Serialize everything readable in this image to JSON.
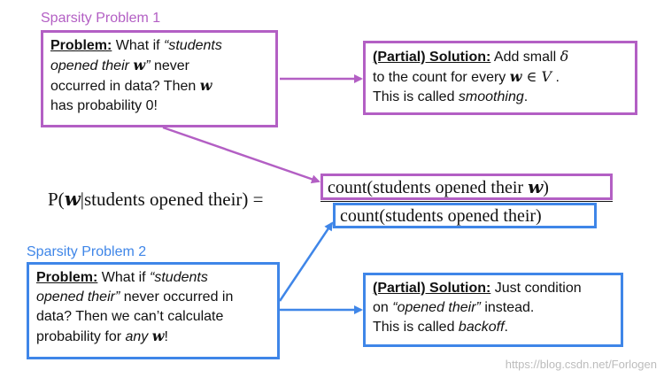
{
  "sp1": {
    "title": "Sparsity Problem 1",
    "problem_label": "Problem:",
    "problem_l1_rest": "What if ",
    "problem_l1_quote": "“students",
    "problem_l2_quote": "opened their",
    "problem_l2_w": "w",
    "problem_l2_close": "”",
    "problem_l2_rest": " never",
    "problem_l3": "occurred in data? Then",
    "problem_l3_w": "w",
    "problem_l4": "has probability 0!",
    "solution_label": "(Partial) Solution:",
    "solution_l1_rest": " Add small ",
    "solution_delta": "δ",
    "solution_l2a": "to the count for every ",
    "solution_l2_w": "w",
    "solution_l2_in": " ∈ V",
    "solution_l2_end": " .",
    "solution_l3a": "This is called ",
    "solution_l3_em": "smoothing",
    "solution_l3_end": "."
  },
  "equation": {
    "lhs": "P(",
    "lhs_w": "w",
    "lhs_rest": "|students opened their) =",
    "numerator": "count(students opened their ",
    "numerator_w": "w",
    "numerator_close": ")",
    "denominator": "count(students opened their)"
  },
  "sp2": {
    "title": "Sparsity Problem 2",
    "problem_label": "Problem:",
    "problem_l1_rest": "What if ",
    "problem_l1_quote": "“students",
    "problem_l2_quote": "opened their”",
    "problem_l2_rest": " never occurred in",
    "problem_l3": "data? Then we can’t calculate",
    "problem_l4a": "probability for ",
    "problem_l4_em": "any",
    "problem_l4_w": "w",
    "problem_l4_end": "!",
    "solution_label": "(Partial) Solution:",
    "solution_l1_rest": " Just condition",
    "solution_l2a": "on ",
    "solution_l2_em": "“opened their”",
    "solution_l2_end": " instead.",
    "solution_l3a": "This is called ",
    "solution_l3_em": "backoff",
    "solution_l3_end": "."
  },
  "watermark": "https://blog.csdn.net/Forlogen",
  "colors": {
    "purple": "#b35fc4",
    "blue": "#3f86e8"
  }
}
